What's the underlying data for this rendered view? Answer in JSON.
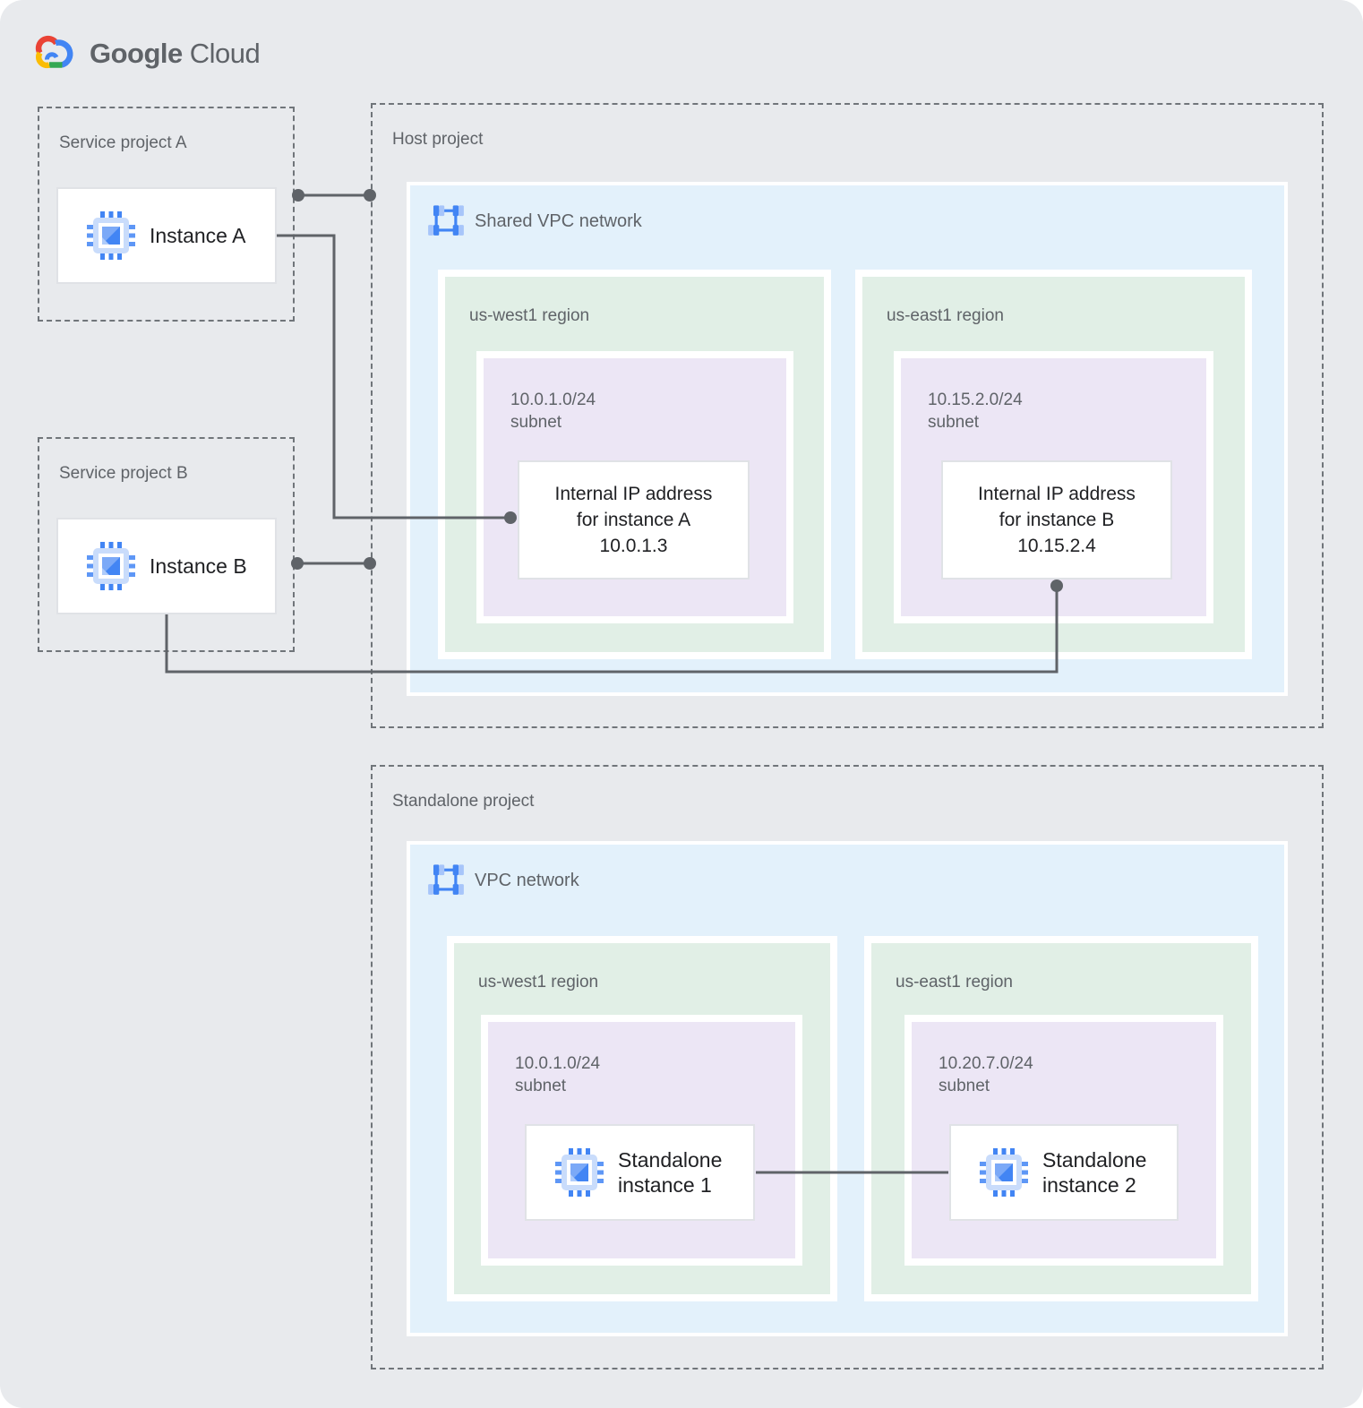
{
  "brand": {
    "primary": "Google",
    "secondary": "Cloud"
  },
  "service_project_a": {
    "title": "Service project A",
    "instance_label": "Instance A"
  },
  "service_project_b": {
    "title": "Service project B",
    "instance_label": "Instance B"
  },
  "host_project": {
    "title": "Host project",
    "network_label": "Shared VPC network",
    "regions": [
      {
        "name": "us-west1 region",
        "cidr": "10.0.1.0/24",
        "subnet_word": "subnet",
        "ip_lines": [
          "Internal IP address",
          "for instance A",
          "10.0.1.3"
        ]
      },
      {
        "name": "us-east1 region",
        "cidr": "10.15.2.0/24",
        "subnet_word": "subnet",
        "ip_lines": [
          "Internal IP address",
          "for instance B",
          "10.15.2.4"
        ]
      }
    ]
  },
  "standalone_project": {
    "title": "Standalone project",
    "network_label": "VPC network",
    "regions": [
      {
        "name": "us-west1 region",
        "cidr": "10.0.1.0/24",
        "subnet_word": "subnet",
        "instance_lines": [
          "Standalone",
          "instance 1"
        ]
      },
      {
        "name": "us-east1 region",
        "cidr": "10.20.7.0/24",
        "subnet_word": "subnet",
        "instance_lines": [
          "Standalone",
          "instance 2"
        ]
      }
    ]
  },
  "icons": {
    "logo": "google-cloud-logo",
    "instance": "compute-engine-icon",
    "network": "vpc-network-icon"
  },
  "colors": {
    "background": "#E8EAED",
    "network_fill": "#E3F1FB",
    "region_fill": "#E1EFE6",
    "subnet_fill": "#ECE6F5",
    "card_background": "#FFFFFF",
    "card_border": "#E0E2E6",
    "dashed_border": "#70757A",
    "connector": "#5F6368",
    "text_dark": "#202124",
    "text_gray": "#5F6368",
    "google_blue": "#4285F4",
    "google_blue_light": "#A7C5FA",
    "google_red": "#EA4335",
    "google_yellow": "#FBBC04",
    "google_green": "#34A853"
  }
}
